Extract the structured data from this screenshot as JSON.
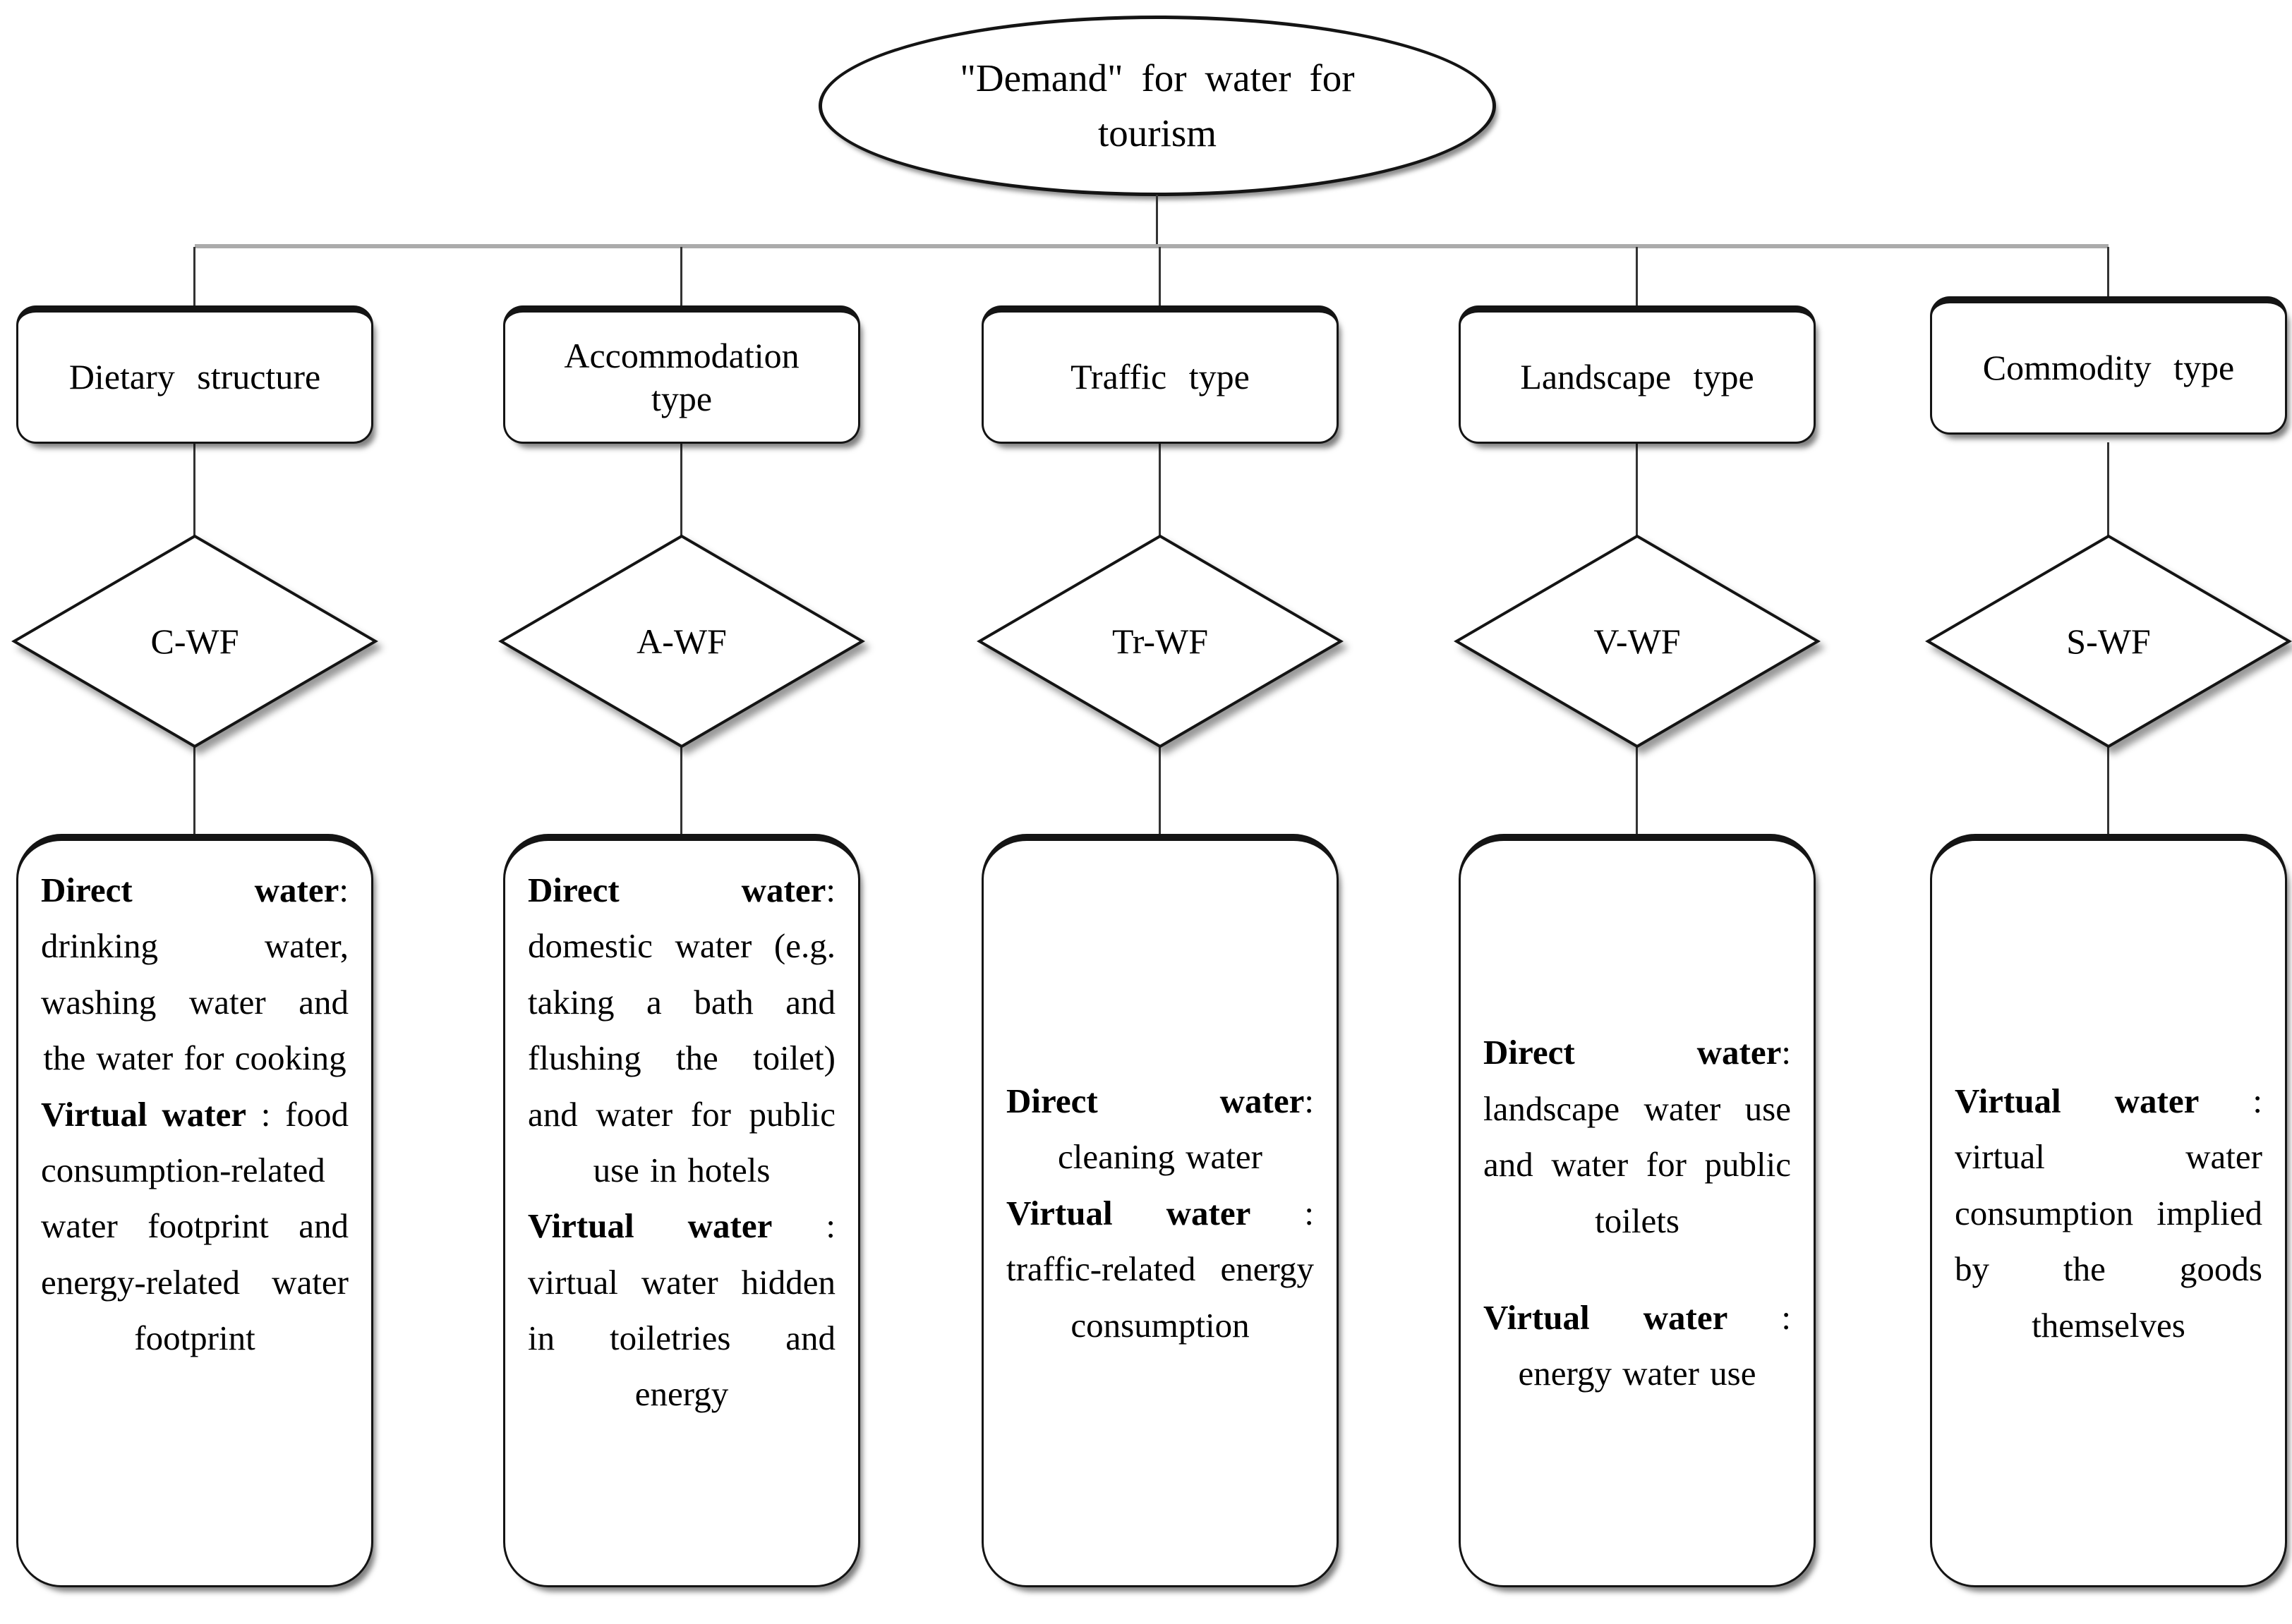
{
  "root": {
    "label": "\"Demand\" for water for tourism"
  },
  "colors": {
    "shape_fill": "#ffffff",
    "shape_border": "#141414",
    "connector_horizontal": "#ababab",
    "connector_vertical": "#333333"
  },
  "columns": [
    {
      "category": "Dietary structure",
      "code": "C-WF",
      "direct_label": "Direct water",
      "direct_text": ": drinking water, washing water and the water for cooking",
      "virtual_label": "Virtual water",
      "virtual_text": " : food consumption-related water footprint and energy-related water footprint"
    },
    {
      "category": "Accommodation type",
      "code": "A-WF",
      "direct_label": "Direct water",
      "direct_text": ": domestic water (e.g. taking a bath and flushing the toilet) and water for public use in hotels",
      "virtual_label": "Virtual water",
      "virtual_text": " : virtual water hidden in toiletries and energy"
    },
    {
      "category": "Traffic type",
      "code": "Tr-WF",
      "direct_label": "Direct water",
      "direct_text": ": cleaning water",
      "virtual_label": "Virtual water",
      "virtual_text": " : traffic-related energy consumption"
    },
    {
      "category": "Landscape type",
      "code": "V-WF",
      "direct_label": "Direct water",
      "direct_text": ": landscape water use and water for public toilets",
      "virtual_label": "Virtual water",
      "virtual_text": " : energy water use"
    },
    {
      "category": "Commodity type",
      "code": "S-WF",
      "virtual_label": "Virtual water",
      "virtual_text": " : virtual water consumption implied by the goods themselves"
    }
  ]
}
